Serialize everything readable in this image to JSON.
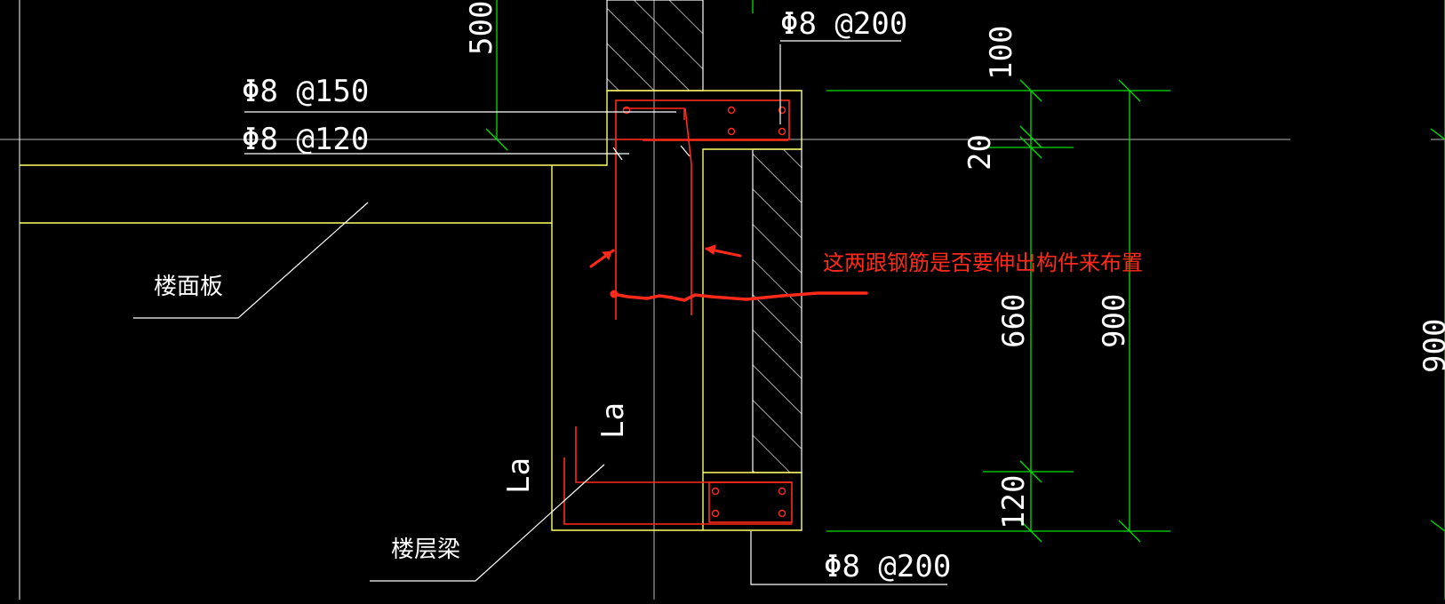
{
  "annotations": {
    "rebar_top_right": "Φ8 @200",
    "rebar_150": "Φ8 @150",
    "rebar_120": "Φ8 @120",
    "rebar_bottom": "Φ8 @200",
    "dim_500": "500",
    "dim_100": "100",
    "dim_20": "20",
    "dim_660": "660",
    "dim_900": "900",
    "dim_120": "120",
    "dim_edge_right": "900",
    "la_left": "La",
    "la_right": "La"
  },
  "labels": {
    "floor_slab": "楼面板",
    "floor_beam": "楼层梁"
  },
  "question_note": "这两跟钢筋是否要伸出构件来布置",
  "colors": {
    "background": "#000000",
    "yellow": "#ffff66",
    "green": "#00e000",
    "red": "#ff2a1a",
    "white": "#ffffff",
    "grey": "#b8b8b8"
  }
}
